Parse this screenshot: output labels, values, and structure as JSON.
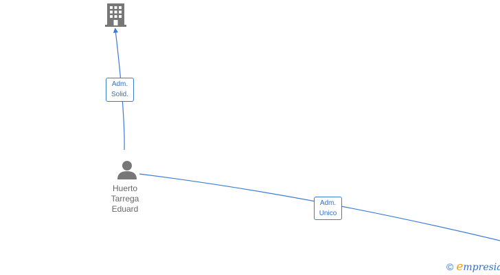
{
  "edges": [
    {
      "label_line1": "Adm.",
      "label_line2": "Solid."
    },
    {
      "label_line1": "Adm.",
      "label_line2": "Unico"
    }
  ],
  "nodes": {
    "company": {
      "icon": "building-icon"
    },
    "person": {
      "icon": "person-icon",
      "name_line1": "Huerto",
      "name_line2": "Tarrega",
      "name_line3": "Eduard"
    }
  },
  "watermark": {
    "symbol": "©",
    "brand_initial": "e",
    "brand_rest": "mpresia"
  },
  "colors": {
    "edge": "#3a7bd5",
    "node_icon": "#777777",
    "node_text": "#666666",
    "brand_accent": "#e8a020"
  }
}
